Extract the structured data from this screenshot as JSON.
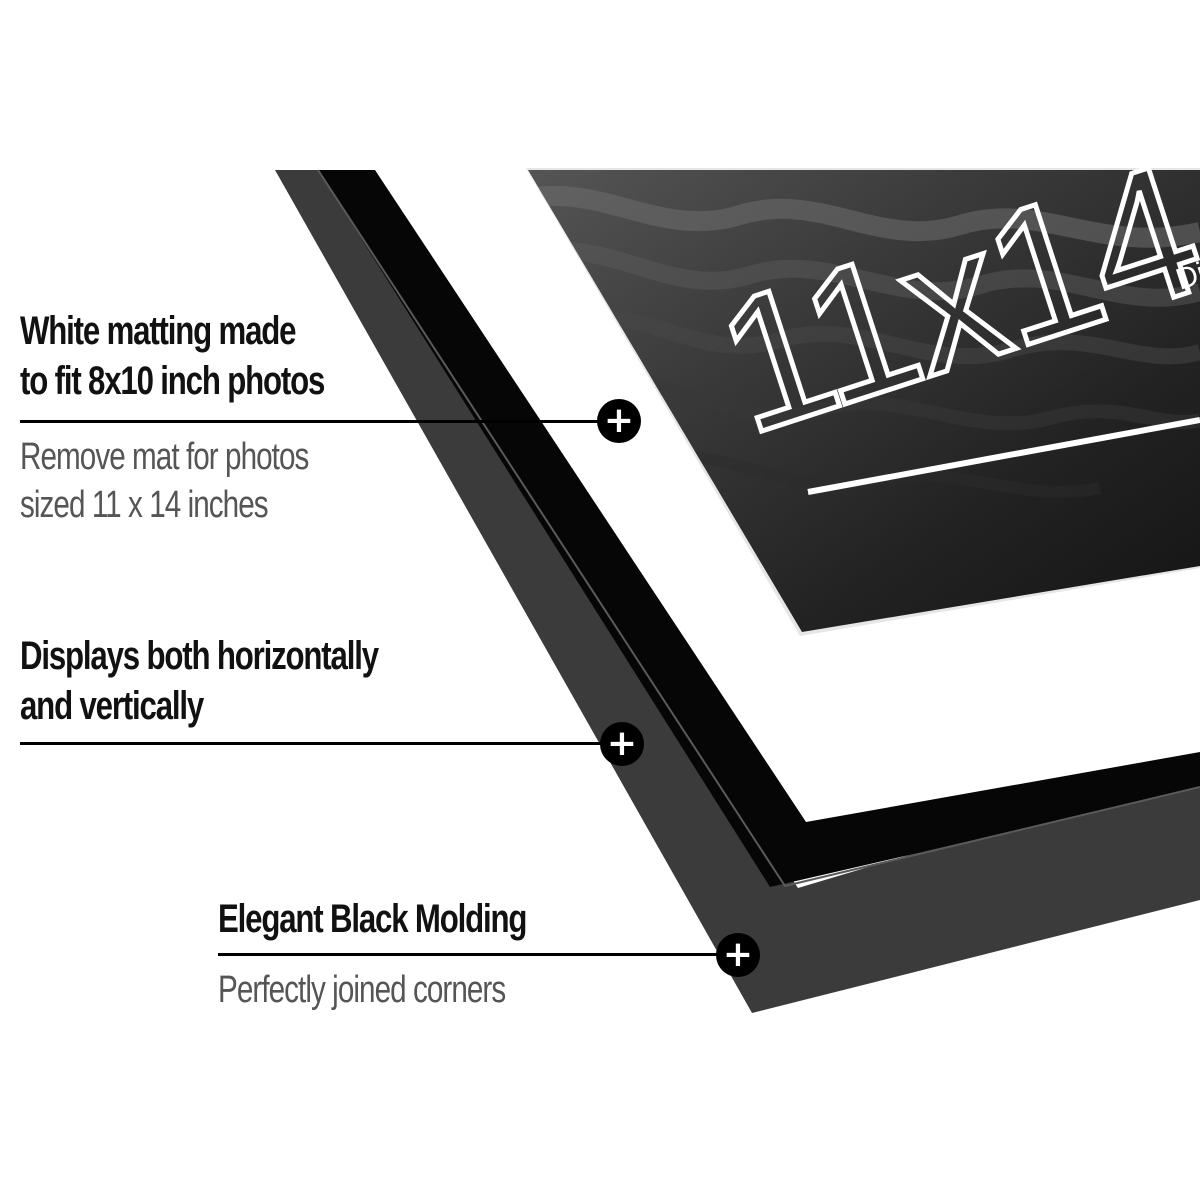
{
  "photo": {
    "size_text": "11x14",
    "side_text_1": "Displ",
    "side_text_2": "11"
  },
  "callouts": [
    {
      "heading_lines": [
        "White matting made",
        "to fit 8x10 inch photos"
      ],
      "sub_lines": [
        "Remove mat for photos",
        "sized 11 x 14 inches"
      ]
    },
    {
      "heading_lines": [
        "Displays both horizontally",
        "and vertically"
      ],
      "sub_lines": []
    },
    {
      "heading_lines": [
        "Elegant Black Molding"
      ],
      "sub_lines": [
        "Perfectly joined corners"
      ]
    }
  ],
  "marker_icon": "plus-icon",
  "marker_glyph": "+",
  "colors": {
    "frame": "#0a0a0a",
    "frame_edge": "#3a3a3a",
    "mat": "#ffffff",
    "photo_dark": "#1c1c1c",
    "text_heading": "#111111",
    "text_sub": "#555555"
  }
}
